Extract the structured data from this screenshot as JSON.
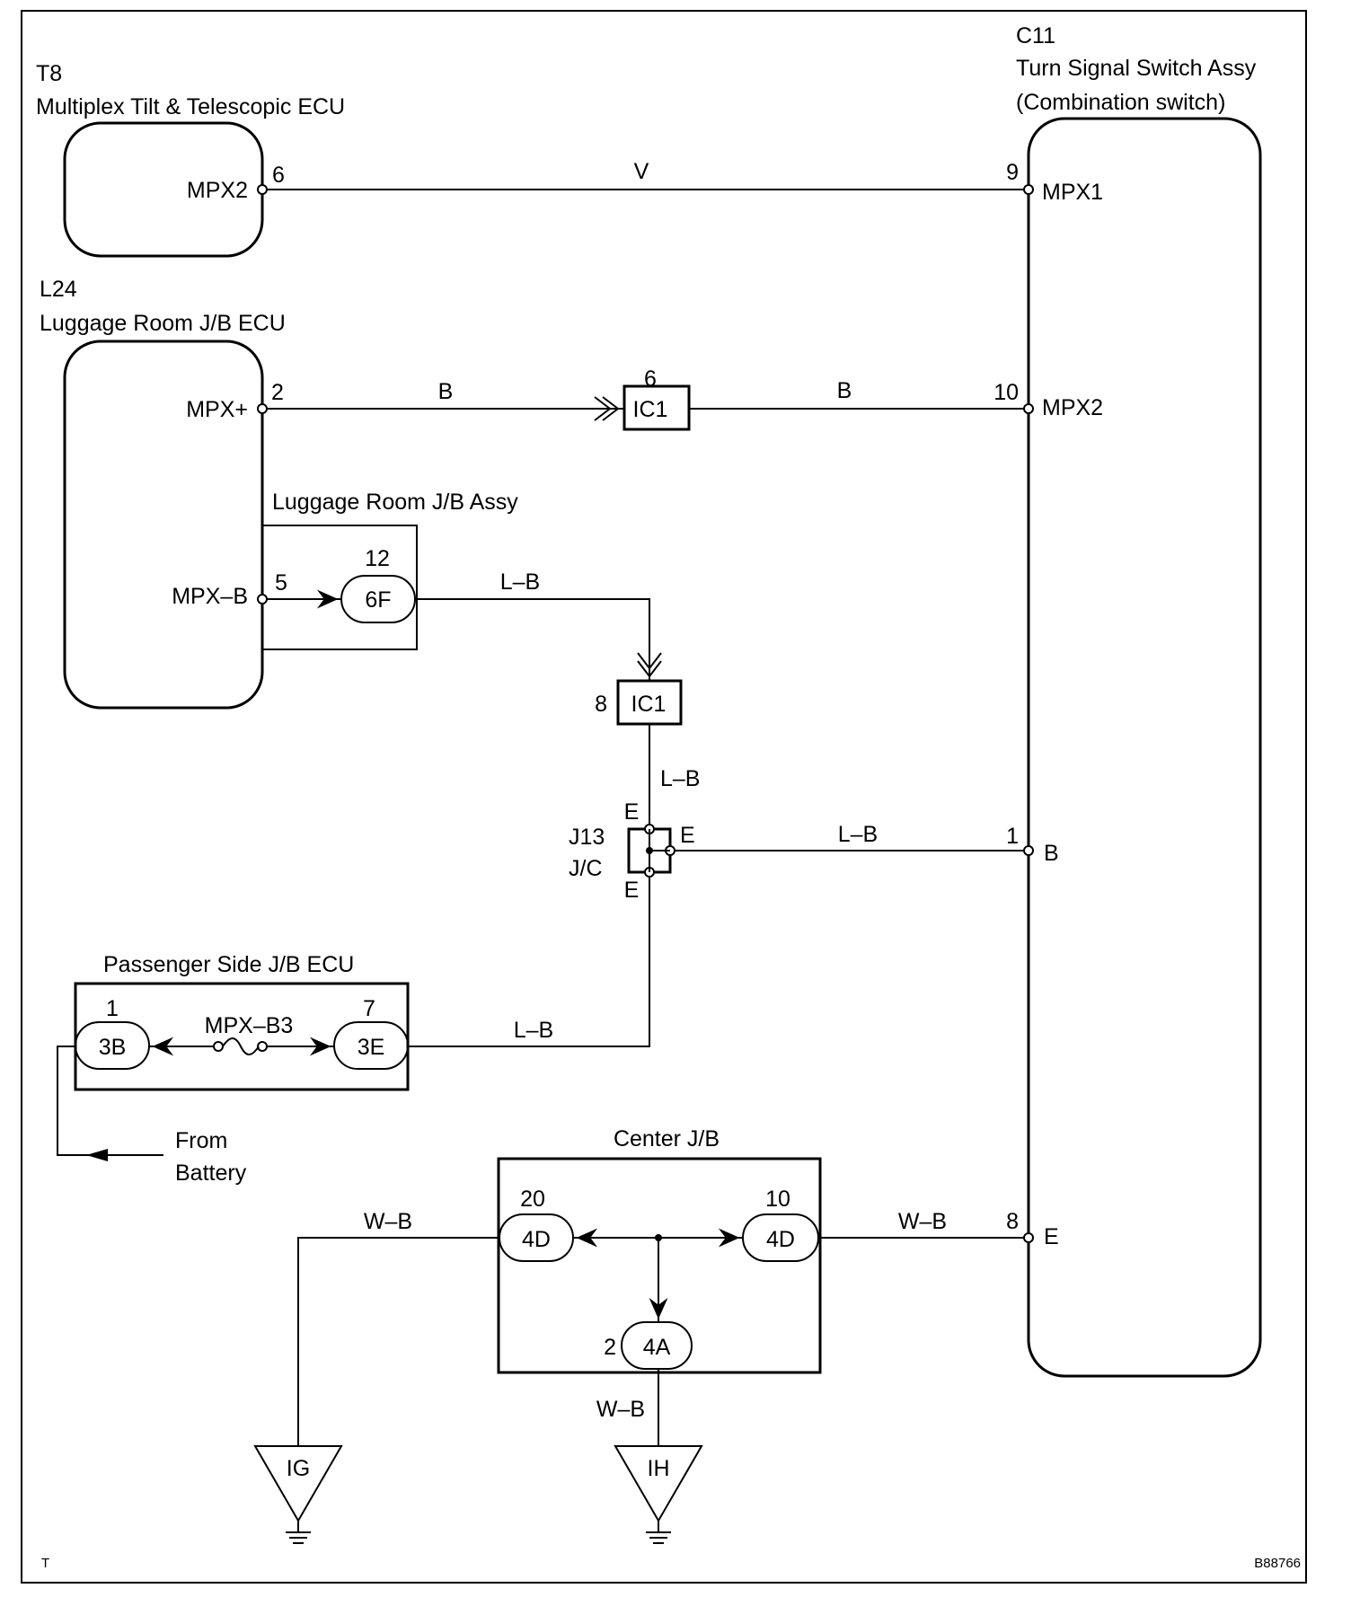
{
  "components": {
    "t8": {
      "code": "T8",
      "name": "Multiplex Tilt & Telescopic ECU",
      "pin_label": "MPX2",
      "pin_no": "6"
    },
    "c11": {
      "code": "C11",
      "name": "Turn Signal Switch Assy",
      "subname": "(Combination switch)",
      "pins": [
        {
          "label": "MPX1",
          "no": "9"
        },
        {
          "label": "MPX2",
          "no": "10"
        },
        {
          "label": "B",
          "no": "1"
        },
        {
          "label": "E",
          "no": "8"
        }
      ]
    },
    "l24": {
      "code": "L24",
      "name": "Luggage Room J/B ECU",
      "pins": [
        {
          "label": "MPX+",
          "no": "2"
        },
        {
          "label": "MPX–B",
          "no": "5"
        }
      ]
    },
    "luggage_jb_assy": {
      "name": "Luggage Room J/B Assy",
      "connector": "6F",
      "pin_no": "12"
    },
    "ic1_top": {
      "name": "IC1",
      "pin_no": "6"
    },
    "ic1_mid": {
      "name": "IC1",
      "pin_no": "8"
    },
    "j13": {
      "code": "J13",
      "name": "J/C",
      "pin_e": "E"
    },
    "passenger_jb": {
      "name": "Passenger Side J/B ECU",
      "left_conn": "3B",
      "left_pin": "1",
      "fuse": "MPX–B3",
      "right_conn": "3E",
      "right_pin": "7"
    },
    "battery": {
      "line1": "From",
      "line2": "Battery"
    },
    "center_jb": {
      "name": "Center J/B",
      "left_conn": "4D",
      "left_pin": "20",
      "right_conn": "4D",
      "right_pin": "10",
      "bottom_conn": "4A",
      "bottom_pin": "2"
    },
    "grounds": [
      {
        "name": "IG"
      },
      {
        "name": "IH"
      }
    ]
  },
  "wires": {
    "mpx_v": "V",
    "mpx_b1": "B",
    "mpx_b2": "B",
    "lb_6f": "L–B",
    "lb_ic1": "L–B",
    "lb_b": "L–B",
    "lb_3e": "L–B",
    "wb_ig": "W–B",
    "wb_e": "W–B",
    "wb_ih": "W–B"
  },
  "footer": {
    "left": "T",
    "code": "B88766"
  }
}
